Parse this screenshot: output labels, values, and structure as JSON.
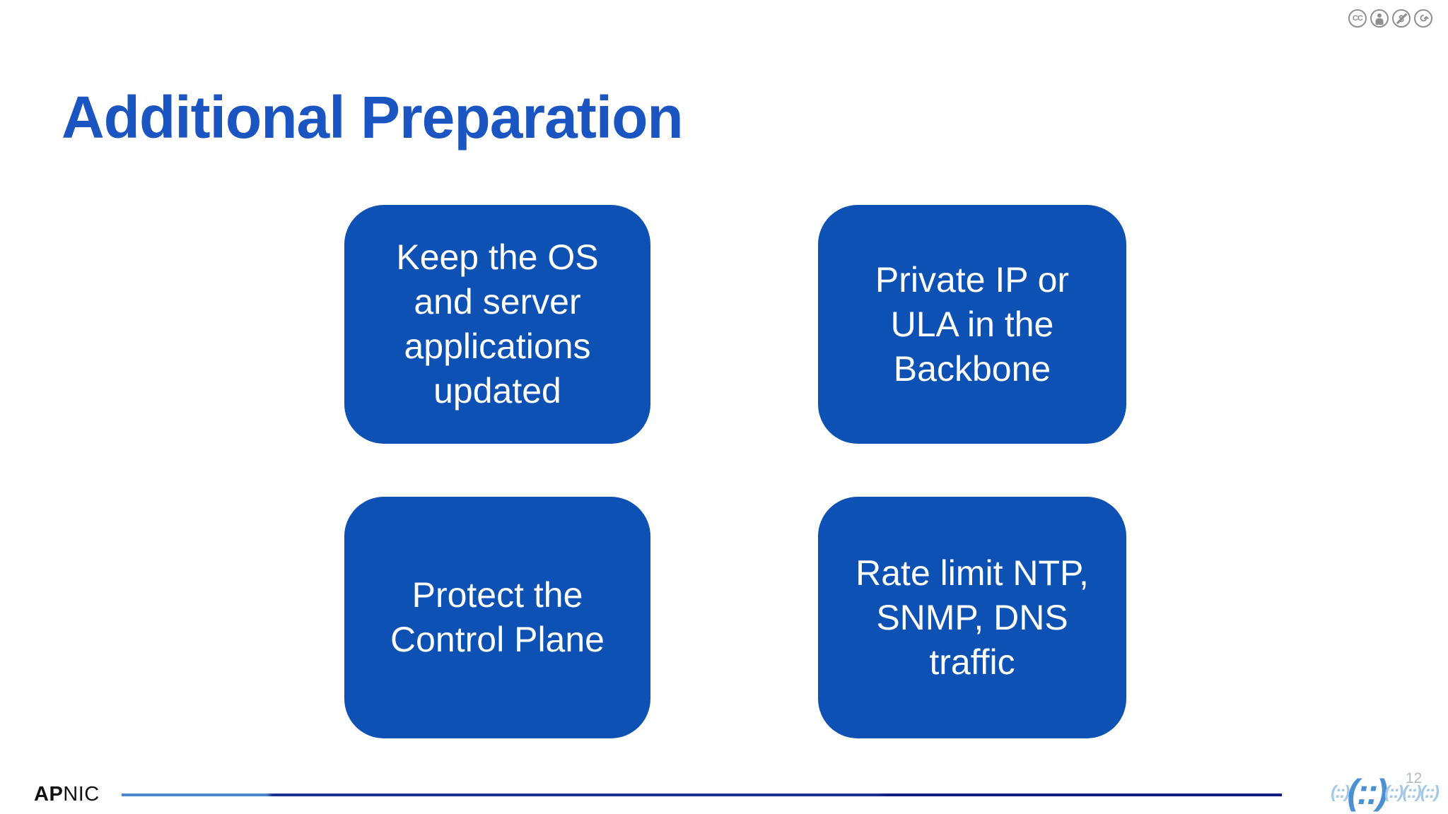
{
  "slide": {
    "title": "Additional Preparation",
    "page_number": "12"
  },
  "license_badges": {
    "cc_label": "CC",
    "nc_label": "$",
    "sa_label": "↺"
  },
  "boxes": [
    {
      "lines": [
        "Keep the OS",
        "and server",
        "applications",
        "updated"
      ]
    },
    {
      "lines": [
        "Private IP or",
        "ULA in the",
        "Backbone"
      ]
    },
    {
      "lines": [
        "Protect the",
        "Control Plane"
      ]
    },
    {
      "lines": [
        "Rate limit NTP,",
        "SNMP, DNS",
        "traffic"
      ]
    }
  ],
  "footer": {
    "logo_ap": "AP",
    "logo_nic": "NIC",
    "motif": [
      "(::)",
      "(::)",
      "(::)",
      "(::)",
      "(::)"
    ]
  },
  "colors": {
    "title_blue": "#1b55c2",
    "box_fill_blue": "#0e51b5",
    "box_text": "#ffffff",
    "footer_line_light": "#4d85c8",
    "footer_line_dark": "#111c86",
    "license_gray": "#8f8f8f",
    "page_number_gray": "#b3bac2",
    "motif_light_blue": "#a6c9e8",
    "motif_dark_blue": "#4a90d2"
  }
}
